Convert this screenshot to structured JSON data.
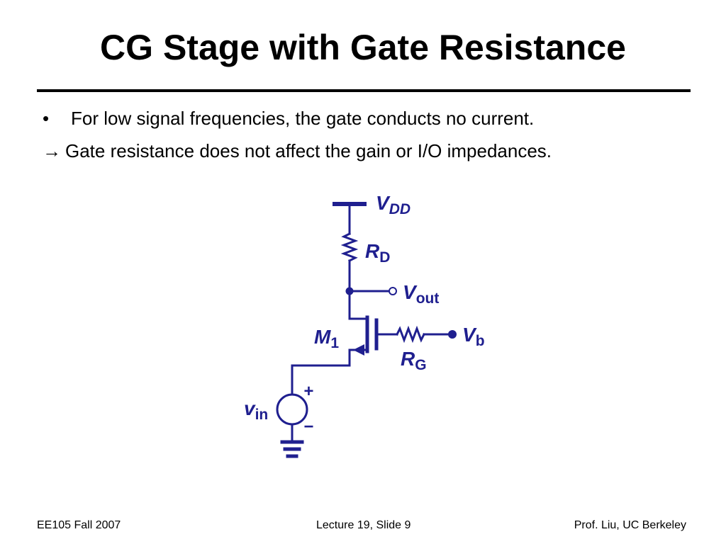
{
  "slide": {
    "title": "CG Stage with Gate Resistance",
    "bullet_symbol": "•",
    "bullet_text": "For low signal frequencies, the gate conducts no current.",
    "arrow_symbol": "→",
    "arrow_text": "Gate resistance does not affect the gain or I/O impedances."
  },
  "circuit": {
    "vdd": {
      "main": "V",
      "sub": "DD"
    },
    "rd": {
      "main": "R",
      "sub": "D"
    },
    "vout": {
      "main": "V",
      "sub": "out"
    },
    "m1": {
      "main": "M",
      "sub": "1"
    },
    "vb": {
      "main": "V",
      "sub": "b"
    },
    "rg": {
      "main": "R",
      "sub": "G"
    },
    "vin": {
      "main": "v",
      "sub": "in"
    },
    "plus": "+",
    "minus": "−",
    "wire_color": "#1f1f8f"
  },
  "footer": {
    "left": "EE105 Fall 2007",
    "center": "Lecture 19, Slide 9",
    "right": "Prof. Liu, UC Berkeley"
  }
}
